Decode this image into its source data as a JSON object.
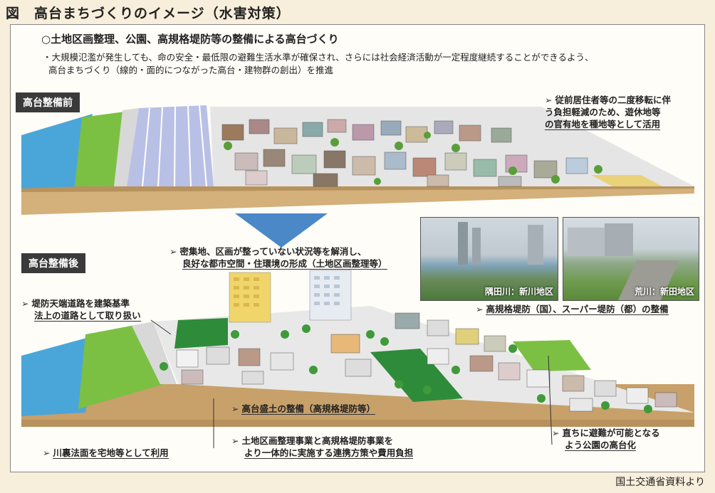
{
  "figure_title": "図　高台まちづくりのイメージ（水害対策）",
  "heading": "○土地区画整理、公園、高規格堤防等の整備による高台づくり",
  "description": {
    "line1": "・大規模氾濫が発生しても、命の安全・最低限の避難生活水準が確保され、さらには社会経済活動が一定程度継続することができるよう、",
    "line2": "高台まちづくり（線的・面的につながった高台・建物群の創出）を推進"
  },
  "before_label": "高台整備前",
  "after_label": "高台整備後",
  "notes": {
    "former_residents": [
      "従前居住者等の二度移転に伴",
      "う負担軽減のため、遊休地等",
      "の官有地を種地等として活用"
    ],
    "dense_area": [
      "密集地、区画が整っていない状況等を解消し、",
      "良好な都市空間・住環境の形成（土地区画整理等）"
    ],
    "levee_road": [
      "堤防天端道路を建築基準",
      "法上の道路として取り扱い"
    ],
    "super_levee": "高規格堤防（国）、スーパー堤防（都）の整備",
    "embankment": "高台盛土の整備（高規格堤防等）",
    "back_slope": "川裏法面を宅地等として利用",
    "cooperation": [
      "土地区画整理事業と高規格堤防事業を",
      "より一体的に実施する連携方策や費用負担"
    ],
    "park": [
      "直ちに避難が可能となる",
      "よう公園の高台化"
    ]
  },
  "photos": {
    "sumida": "隅田川：新川地区",
    "arakawa": "荒川：新田地区"
  },
  "source": "国土交通省資料より",
  "colors": {
    "river": "#4aa6d8",
    "grass": "#7cc043",
    "soil": "#c8a06a",
    "arrow": "#4a88c8",
    "tag_bg": "#3a3a3a"
  }
}
